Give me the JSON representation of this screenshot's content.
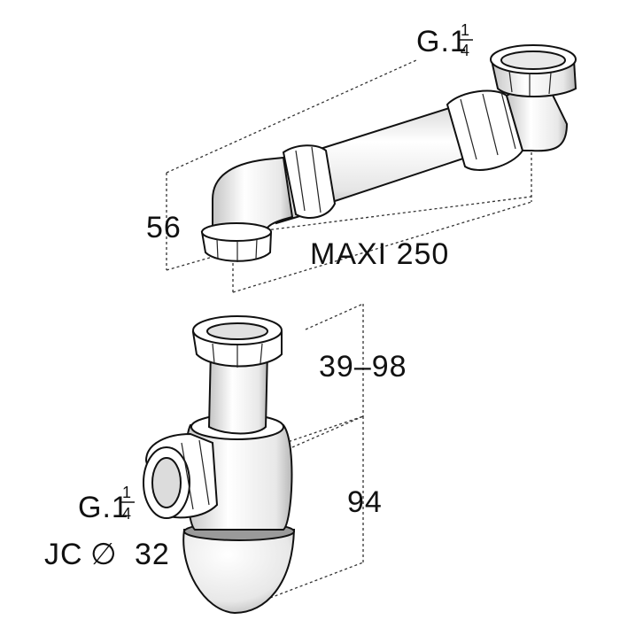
{
  "labels": {
    "thread_top_prefix": "G.1",
    "thread_top_num": "1",
    "thread_top_den": "4",
    "height_top": "56",
    "length_max": "MAXI 250",
    "adjust_range": "39–98",
    "height_bottom": "94",
    "thread_bottom_prefix": "G.1",
    "thread_bottom_num": "1",
    "thread_bottom_den": "4",
    "jc_label": "JC",
    "diameter_symbol": "∅",
    "jc_size": "32"
  },
  "colors": {
    "line": "#111111",
    "body_fill": "#ffffff",
    "shade": "#c9c9c9",
    "shade_dark": "#9a9a9a"
  }
}
